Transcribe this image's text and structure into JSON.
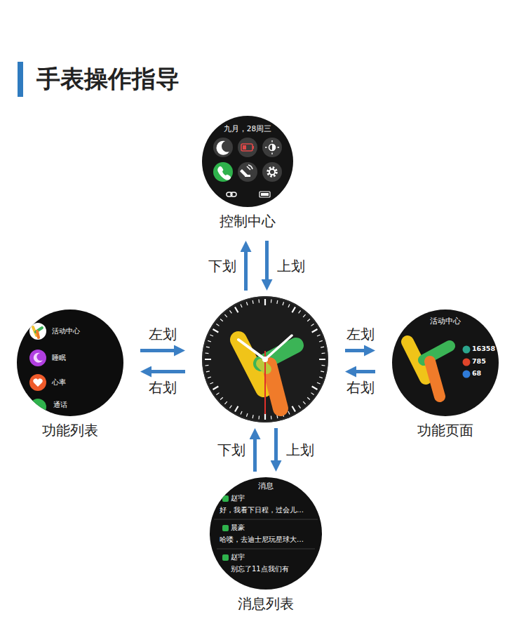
{
  "diagram": {
    "title": "手表操作指导",
    "nodes": [
      {
        "text": [
          "九月，28周三",
          "控制中心"
        ]
      },
      {
        "text": [
          "活动中心",
          "睡眠",
          "心率",
          "通话",
          "功能列表"
        ]
      },
      {
        "text": []
      },
      {
        "text": [
          "活动中心",
          "16358",
          "785",
          "68",
          "功能页面"
        ]
      },
      {
        "text": [
          "消息",
          "赵宇",
          "好，我看下日程，过会儿…",
          "晨豪",
          "哈喽，去迪士尼玩星球大…",
          "赵宇",
          "别忘了11点我们有",
          "消息列表"
        ]
      }
    ],
    "edges": [
      {
        "from": 2,
        "to": 0,
        "arrow": "to",
        "label": "下划"
      },
      {
        "from": 0,
        "to": 2,
        "arrow": "to",
        "label": "上划"
      },
      {
        "from": 1,
        "to": 2,
        "arrow": "to",
        "label": "左划"
      },
      {
        "from": 2,
        "to": 1,
        "arrow": "to",
        "label": "右划"
      },
      {
        "from": 2,
        "to": 3,
        "arrow": "to",
        "label": "左划"
      },
      {
        "from": 3,
        "to": 2,
        "arrow": "to",
        "label": "右划"
      },
      {
        "from": 4,
        "to": 2,
        "arrow": "to",
        "label": "下划"
      },
      {
        "from": 2,
        "to": 4,
        "arrow": "to",
        "label": "上划"
      }
    ]
  }
}
